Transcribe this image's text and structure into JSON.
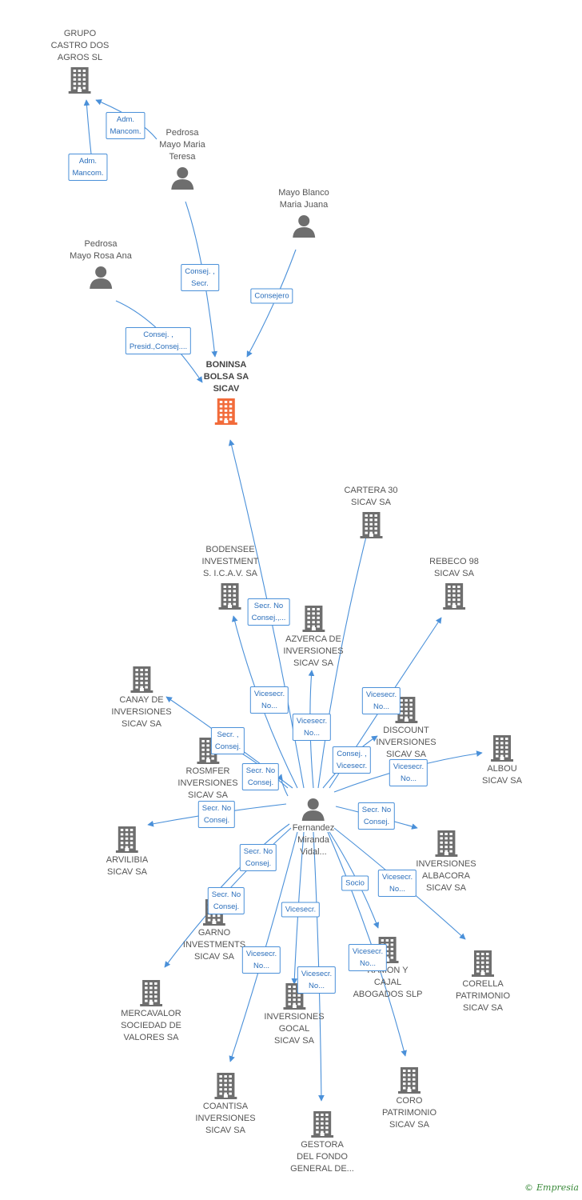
{
  "nodes": [
    {
      "id": "grupo_castro",
      "type": "company",
      "label": "GRUPO\nCASTRO DOS\nAGROS SL"
    },
    {
      "id": "pedrosa_teresa",
      "type": "person",
      "label": "Pedrosa\nMayo Maria\nTeresa"
    },
    {
      "id": "mayo_blanco",
      "type": "person",
      "label": "Mayo Blanco\nMaria Juana"
    },
    {
      "id": "pedrosa_rosa",
      "type": "person",
      "label": "Pedrosa\nMayo Rosa Ana"
    },
    {
      "id": "boninsa",
      "type": "company-main",
      "label": "BONINSA\nBOLSA SA\nSICAV"
    },
    {
      "id": "cartera30",
      "type": "company",
      "label": "CARTERA 30\nSICAV SA"
    },
    {
      "id": "bodensee",
      "type": "company",
      "label": "BODENSEE\nINVESTMENT\nS. I.C.A.V. SA"
    },
    {
      "id": "rebeco98",
      "type": "company",
      "label": "REBECO 98\nSICAV SA"
    },
    {
      "id": "azverca",
      "type": "company",
      "label": "AZVERCA DE\nINVERSIONES\nSICAV SA"
    },
    {
      "id": "canay",
      "type": "company",
      "label": "CANAY DE\nINVERSIONES\nSICAV SA"
    },
    {
      "id": "discount",
      "type": "company",
      "label": "DISCOUNT\nINVERSIONES\nSICAV SA"
    },
    {
      "id": "albou",
      "type": "company",
      "label": "ALBOU\nSICAV SA"
    },
    {
      "id": "rosmfer",
      "type": "company",
      "label": "ROSMFER\nINVERSIONES\nSICAV SA"
    },
    {
      "id": "fernandez",
      "type": "person",
      "label": "Fernandez\nMiranda\nVidal..."
    },
    {
      "id": "arvilibia",
      "type": "company",
      "label": "ARVILIBIA\nSICAV SA"
    },
    {
      "id": "albacora",
      "type": "company",
      "label": "INVERSIONES\nALBACORA\nSICAV SA"
    },
    {
      "id": "garno",
      "type": "company",
      "label": "GARNO\nINVESTMENTS\nSICAV SA"
    },
    {
      "id": "ramon",
      "type": "company",
      "label": "RAMON Y\nCAJAL\nABOGADOS  SLP"
    },
    {
      "id": "corella",
      "type": "company",
      "label": "CORELLA\nPATRIMONIO\nSICAV SA"
    },
    {
      "id": "mercavalor",
      "type": "company",
      "label": "MERCAVALOR\nSOCIEDAD DE\nVALORES SA"
    },
    {
      "id": "gocal",
      "type": "company",
      "label": "INVERSIONES\nGOCAL\nSICAV SA"
    },
    {
      "id": "coantisa",
      "type": "company",
      "label": "COANTISA\nINVERSIONES\nSICAV SA"
    },
    {
      "id": "coro",
      "type": "company",
      "label": "CORO\nPATRIMONIO\nSICAV SA"
    },
    {
      "id": "gestora",
      "type": "company",
      "label": "GESTORA\nDEL FONDO\nGENERAL DE..."
    }
  ],
  "edges": [
    {
      "id": "e1",
      "from": "pedrosa_teresa",
      "to": "grupo_castro",
      "label": "Adm.\nMancom."
    },
    {
      "id": "e2",
      "from": "pedrosa_rosa",
      "to": "grupo_castro",
      "label": "Adm.\nMancom."
    },
    {
      "id": "e3",
      "from": "pedrosa_teresa",
      "to": "boninsa",
      "label": "Consej. ,\nSecr."
    },
    {
      "id": "e4",
      "from": "mayo_blanco",
      "to": "boninsa",
      "label": "Consejero"
    },
    {
      "id": "e5",
      "from": "pedrosa_rosa",
      "to": "boninsa",
      "label": "Consej. ,\nPresid.,Consej...."
    },
    {
      "id": "e6",
      "from": "fernandez",
      "to": "boninsa",
      "label": ""
    },
    {
      "id": "e7",
      "from": "fernandez",
      "to": "cartera30",
      "label": ""
    },
    {
      "id": "e8",
      "from": "fernandez",
      "to": "bodensee",
      "label": "Secr. No\nConsej.,..."
    },
    {
      "id": "e9",
      "from": "fernandez",
      "to": "rebeco98",
      "label": "Vicesecr.\nNo..."
    },
    {
      "id": "e10",
      "from": "fernandez",
      "to": "azverca",
      "label": "Vicesecr.\nNo..."
    },
    {
      "id": "e11",
      "from": "fernandez",
      "to": "canay",
      "label": "Vicesecr.\nNo..."
    },
    {
      "id": "e12",
      "from": "fernandez",
      "to": "discount",
      "label": "Consej. ,\nVicesecr."
    },
    {
      "id": "e13",
      "from": "fernandez",
      "to": "albou",
      "label": "Vicesecr.\nNo..."
    },
    {
      "id": "e14",
      "from": "fernandez",
      "to": "rosmfer",
      "label": "Secr. ,\nConsej."
    },
    {
      "id": "e15",
      "from": "fernandez",
      "to": "rosmfer",
      "label": "Secr.  No\nConsej."
    },
    {
      "id": "e16",
      "from": "fernandez",
      "to": "arvilibia",
      "label": "Secr.  No\nConsej."
    },
    {
      "id": "e17",
      "from": "fernandez",
      "to": "albacora",
      "label": "Secr.  No\nConsej."
    },
    {
      "id": "e18",
      "from": "fernandez",
      "to": "garno",
      "label": "Secr.  No\nConsej."
    },
    {
      "id": "e19",
      "from": "fernandez",
      "to": "mercavalor",
      "label": "Secr.  No\nConsej."
    },
    {
      "id": "e20",
      "from": "fernandez",
      "to": "ramon",
      "label": "Socio"
    },
    {
      "id": "e21",
      "from": "fernandez",
      "to": "corella",
      "label": "Vicesecr.\nNo..."
    },
    {
      "id": "e22",
      "from": "fernandez",
      "to": "gocal",
      "label": "Vicesecr."
    },
    {
      "id": "e23",
      "from": "fernandez",
      "to": "coantisa",
      "label": "Vicesecr.\nNo..."
    },
    {
      "id": "e24",
      "from": "fernandez",
      "to": "gestora",
      "label": "Vicesecr.\nNo..."
    },
    {
      "id": "e25",
      "from": "fernandez",
      "to": "coro",
      "label": "Vicesecr.\nNo..."
    }
  ],
  "colors": {
    "edge": "#4a90d9",
    "icon": "#6e6e6e",
    "main": "#f26b3a",
    "text": "#555555"
  },
  "footer": {
    "copyright": "©",
    "brand": "Empresia"
  }
}
